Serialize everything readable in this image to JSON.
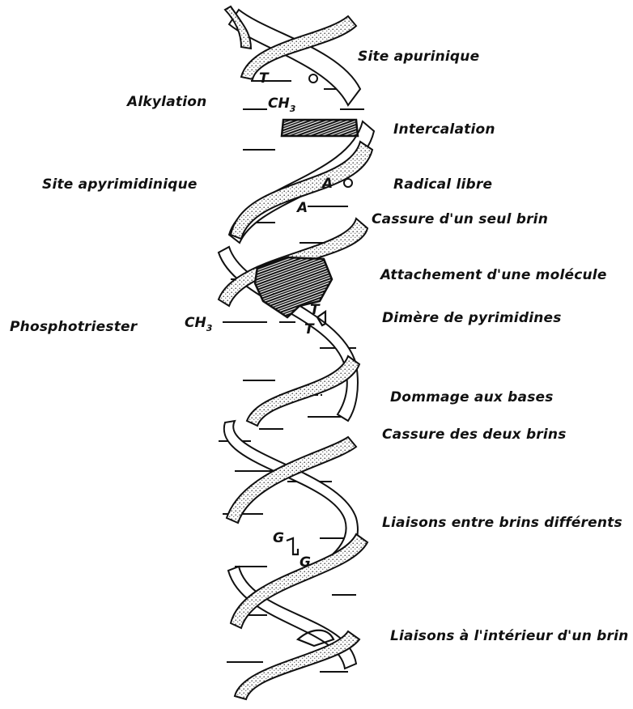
{
  "labels": {
    "site_apurinique": "Site apurinique",
    "alkylation": "Alkylation",
    "intercalation": "Intercalation",
    "site_apyrimidinique": "Site apyrimidinique",
    "radical_libre": "Radical libre",
    "cassure_seul_brin": "Cassure d'un seul brin",
    "attachement_molecule": "Attachement d'une molécule",
    "phosphotriester": "Phosphotriester",
    "dimere_pyrimidines": "Dimère de pyrimidines",
    "dommage_bases": "Dommage aux bases",
    "cassure_deux_brins": "Cassure des deux brins",
    "liaisons_differents": "Liaisons entre brins différents",
    "liaisons_interieur": "Liaisons à l'intérieur d'un brin"
  },
  "bases": {
    "t_top": "T",
    "ch3_main": "CH",
    "ch3_sub": "3",
    "a_1": "A",
    "a_2": "A",
    "t_dimer_1": "T",
    "t_dimer_2": "T",
    "ch3_phospho": "CH",
    "ch3_phospho_sub": "3",
    "g_1": "G",
    "g_2": "G"
  },
  "colors": {
    "ink": "#111111",
    "paper": "#ffffff",
    "stipple": "#555555"
  }
}
